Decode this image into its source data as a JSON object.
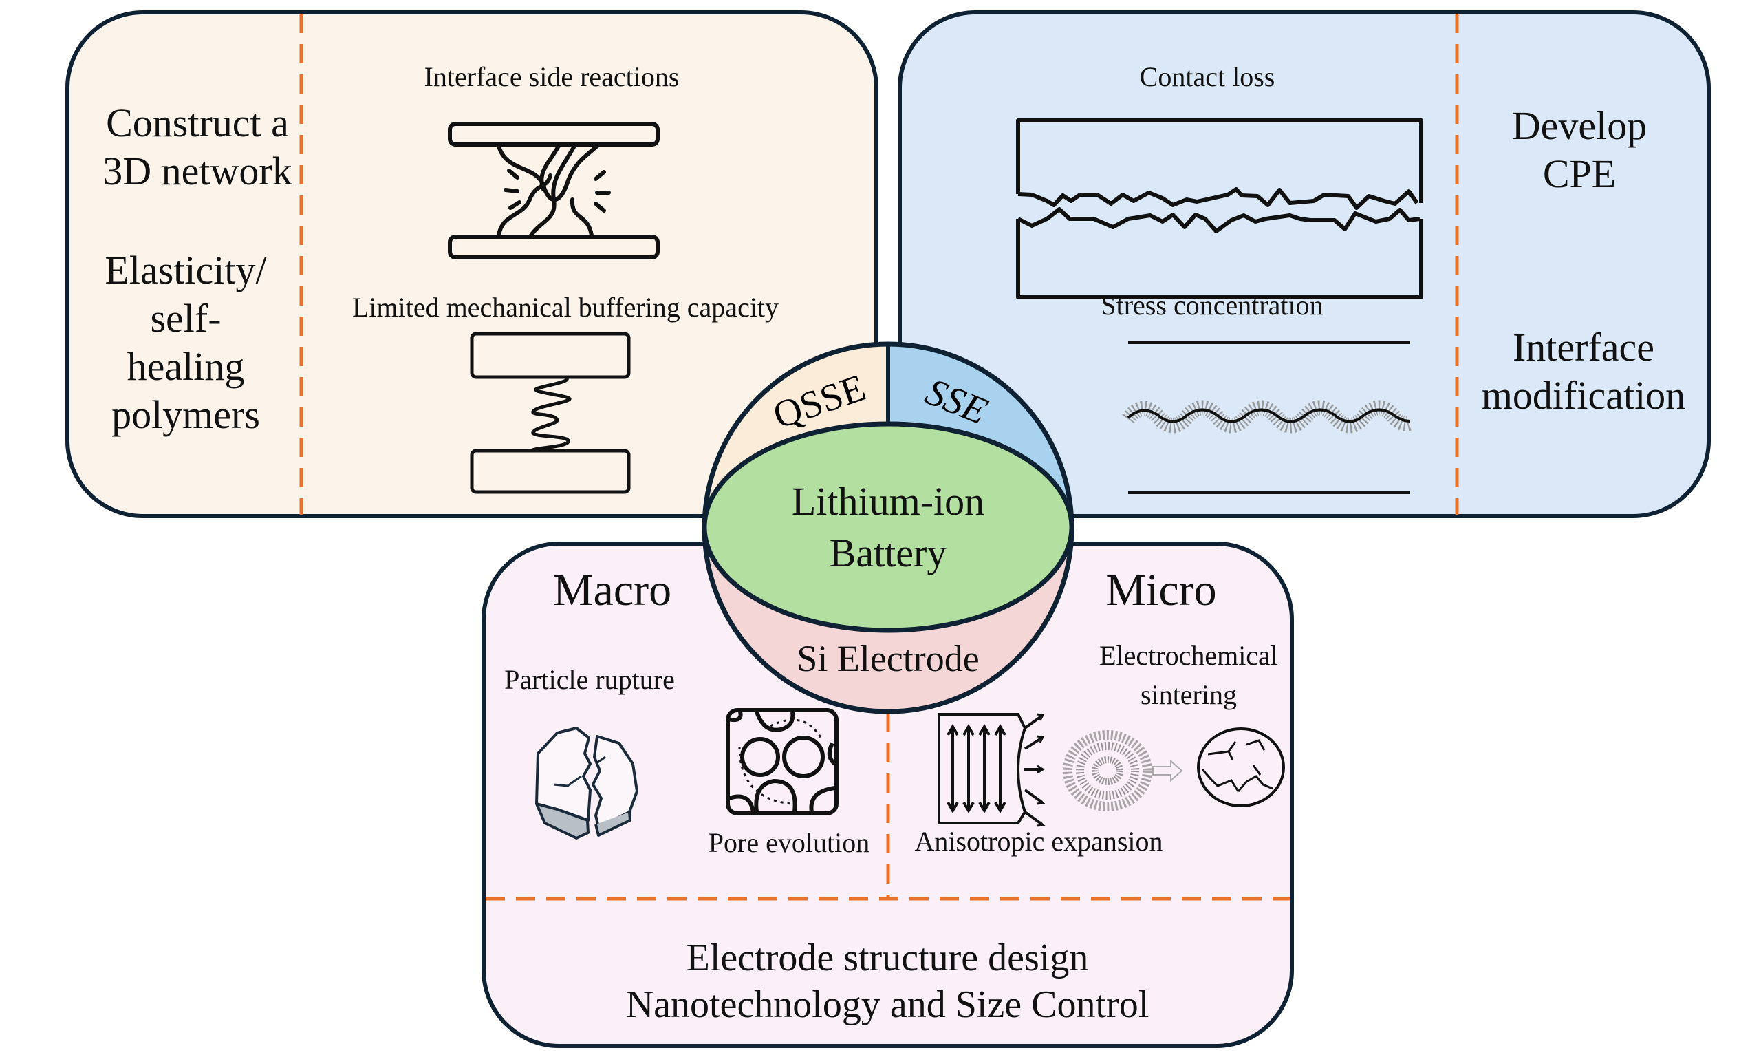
{
  "colors": {
    "border": "#0f2233",
    "dash": "#e8722a",
    "qsse_panel": "#fcf4ea",
    "sse_panel": "#dbe8f7",
    "si_panel": "#fbf0f7",
    "center_green": "#b3e0a0",
    "qsse_cap": "#fbecd9",
    "sse_cap": "#a8d2ee",
    "si_cap": "#f5d6d6"
  },
  "center": {
    "title_line1": "Lithium-ion",
    "title_line2": "Battery",
    "top_left_label": "QSSE",
    "top_right_label": "SSE",
    "bottom_label": "Si Electrode"
  },
  "qsse_panel": {
    "strategies": [
      "Construct a",
      "3D network",
      "Elasticity/",
      "self-",
      "healing",
      "polymers"
    ],
    "problems": [
      {
        "label": "Interface side reactions",
        "icon": "interface-reaction-icon"
      },
      {
        "label": "Limited mechanical buffering capacity",
        "icon": "spring-buffer-icon"
      }
    ]
  },
  "sse_panel": {
    "problems": [
      {
        "label": "Contact loss",
        "icon": "contact-loss-icon"
      },
      {
        "label": "Stress concentration",
        "icon": "stress-wave-icon"
      }
    ],
    "strategies": [
      "Develop",
      "CPE",
      "Interface",
      "modification"
    ]
  },
  "si_panel": {
    "macro_title": "Macro",
    "micro_title": "Micro",
    "macro_items": [
      {
        "label": "Particle rupture",
        "icon": "cracked-particle-icon"
      },
      {
        "label": "Pore evolution",
        "icon": "pore-evolution-icon"
      }
    ],
    "micro_items": [
      {
        "label": "Anisotropic expansion",
        "icon": "anisotropic-expansion-icon"
      },
      {
        "label_line1": "Electrochemical",
        "label_line2": "sintering",
        "icon": "sintering-icon"
      }
    ],
    "strategies": [
      "Electrode structure design",
      "Nanotechnology and Size Control"
    ]
  }
}
